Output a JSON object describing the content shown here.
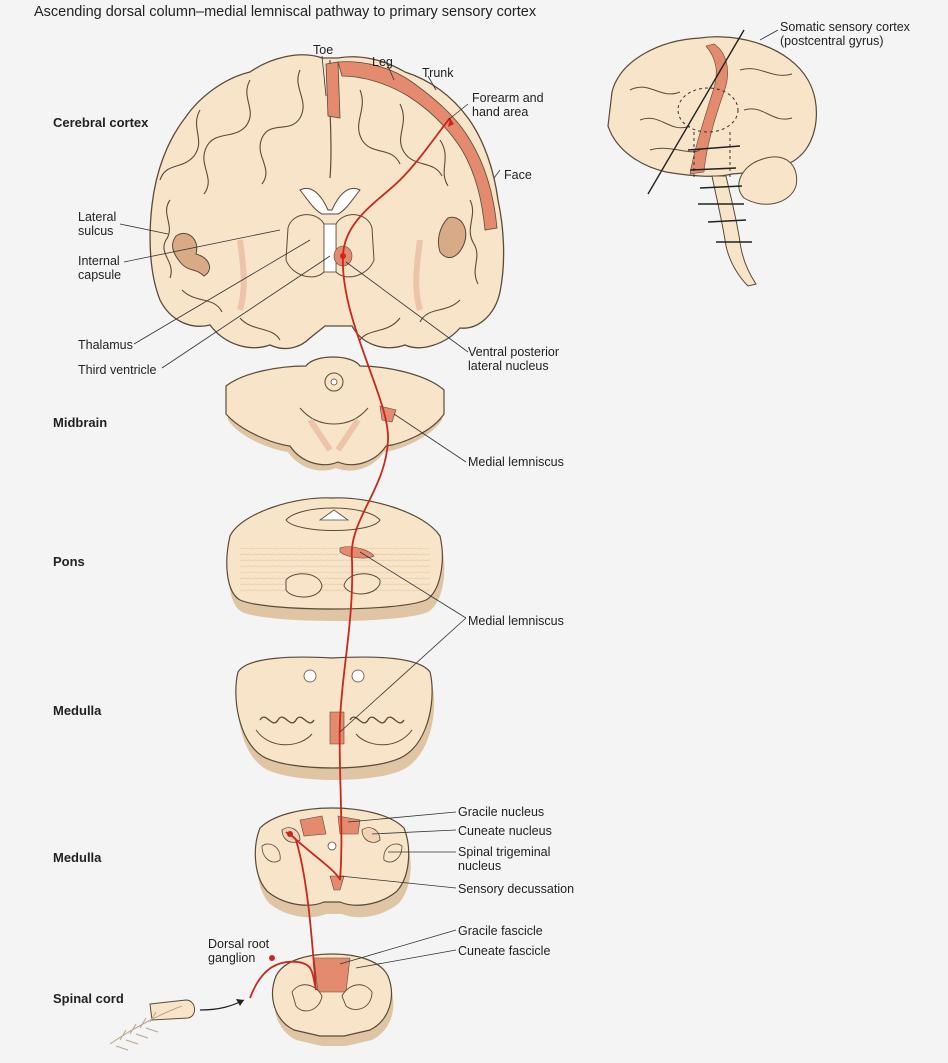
{
  "title": "Ascending dorsal column–medial lemniscal pathway to primary sensory cortex",
  "levels": {
    "cerebral_cortex": "Cerebral cortex",
    "midbrain": "Midbrain",
    "pons": "Pons",
    "medulla_upper": "Medulla",
    "medulla_lower": "Medulla",
    "spinal_cord": "Spinal cord"
  },
  "labels": {
    "toe": "Toe",
    "leg": "Leg",
    "trunk": "Trunk",
    "forearm": "Forearm and\nhand area",
    "face": "Face",
    "lateral_sulcus": "Lateral\nsulcus",
    "internal_capsule": "Internal\ncapsule",
    "thalamus": "Thalamus",
    "third_ventricle": "Third ventricle",
    "vpl": "Ventral posterior\nlateral nucleus",
    "medial_lemniscus_1": "Medial lemniscus",
    "medial_lemniscus_2": "Medial lemniscus",
    "gracile_nucleus": "Gracile nucleus",
    "cuneate_nucleus": "Cuneate nucleus",
    "spinal_trigeminal": "Spinal trigeminal\nnucleus",
    "sensory_decussation": "Sensory decussation",
    "gracile_fascicle": "Gracile fascicle",
    "cuneate_fascicle": "Cuneate fascicle",
    "drg": "Dorsal root\nganglion",
    "somatic_cortex": "Somatic sensory cortex\n(postcentral gyrus)"
  },
  "colors": {
    "tissue": "#f8e4c8",
    "tissue_edge": "#5a4a3a",
    "cortex_highlight": "#e48a6e",
    "pathway": "#c8281e",
    "leader": "#333333",
    "background": "#f4f4f4"
  }
}
